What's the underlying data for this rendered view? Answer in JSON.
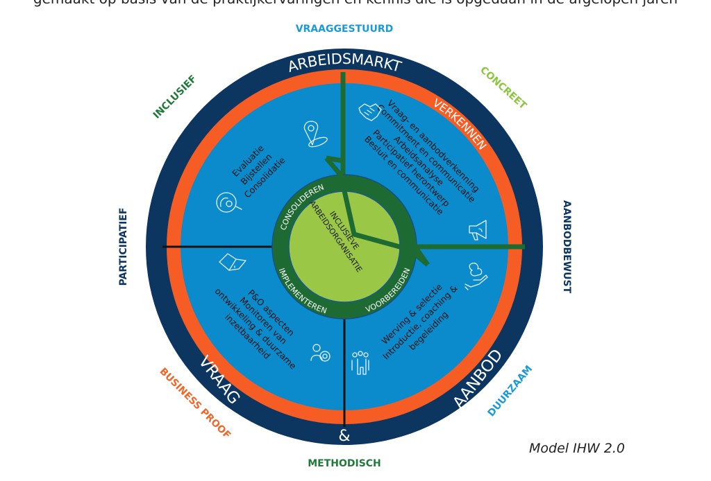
{
  "header_cut_text": "gemaakt op basis van de praktijkervaringen en kennis die is opgedaan in de afgelopen jaren",
  "caption": "Model IHW 2.0",
  "colors": {
    "navy": "#0c3560",
    "orange": "#f65d25",
    "blue": "#0b8bcb",
    "dark_green": "#1d6b33",
    "light_green": "#9bc747",
    "label_blue": "#1b9ad6",
    "label_green": "#1f7a3a",
    "label_lime": "#8cc63f",
    "label_orange": "#f26527",
    "label_navy": "#0c3560"
  },
  "outer_labels": {
    "top": "VRAAGGESTUURD",
    "top_right": "CONCREET",
    "right": "AANBODBEWUST",
    "bottom_right": "DUURZAAM",
    "bottom": "METHODISCH",
    "bottom_left": "BUSINESS PROOF",
    "left": "PARTICIPATIEF",
    "top_left": "INCLUSIEF"
  },
  "navy_ring": {
    "top": "ARBEIDSMARKT",
    "bottom_left": "VRAAG",
    "bottom": "&",
    "bottom_right": "AANBOD"
  },
  "orange_ring": {
    "top_right": "VERKENNEN"
  },
  "quadrants": {
    "top_right": {
      "icons": [
        "handshake-icon",
        "megaphone-icon"
      ],
      "lines": [
        "Vraag- en aanbodverkenning",
        "Commitment en communicatie",
        "Arbeidsanalyse",
        "Participatief herontwerp",
        "Besluit en communicatie"
      ]
    },
    "bottom_right": {
      "icons": [
        "hand-holding-person-icon",
        "people-group-icon"
      ],
      "lines": [
        "Werving & selectie",
        "Introductie, coaching &",
        "begeleiding"
      ]
    },
    "bottom_left": {
      "icons": [
        "laptop-icon",
        "person-gear-icon"
      ],
      "lines": [
        "P&O aspecten",
        "Monitoren van",
        "ontwikkeling & duurzame",
        "inzetbaarheid"
      ]
    },
    "top_left": {
      "icons": [
        "location-gear-icon",
        "head-gear-magnifier-icon"
      ],
      "lines": [
        "Evaluatie",
        "Bijstellen",
        "Consolidatie"
      ]
    }
  },
  "inner_ring": {
    "top_left": "CONSOLIDEREN",
    "bottom_left": "IMPLEMENTEREN",
    "bottom_right": "VOORBEREIDEN"
  },
  "center": {
    "line1": "INCLUSIEVE",
    "line2": "ARBEIDSORGANISATIE"
  }
}
